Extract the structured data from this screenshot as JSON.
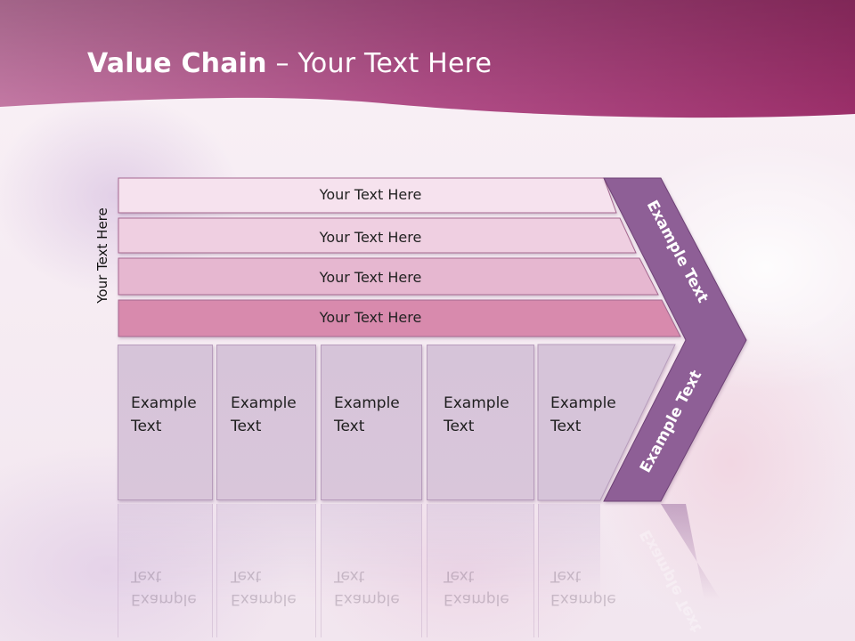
{
  "slide": {
    "title_bold": "Value Chain",
    "title_rest": " – Your Text Here",
    "vertical_label": "Your Text Here",
    "bands": [
      "Your Text Here",
      "Your Text Here",
      "Your Text Here",
      "Your Text Here"
    ],
    "boxes": [
      "Example\nText",
      "Example\nText",
      "Example\nText",
      "Example\nText",
      "Example\nText"
    ],
    "chevron_top": "Example Text",
    "chevron_bottom": "Example Text"
  },
  "colors": {
    "header": "#b04a85",
    "band1": "#f6e2ee",
    "band2": "#efcfe1",
    "band3": "#e6b7d0",
    "band4": "#d88aad",
    "box": "#d6c4d9",
    "chevron": "#8e5e96"
  }
}
